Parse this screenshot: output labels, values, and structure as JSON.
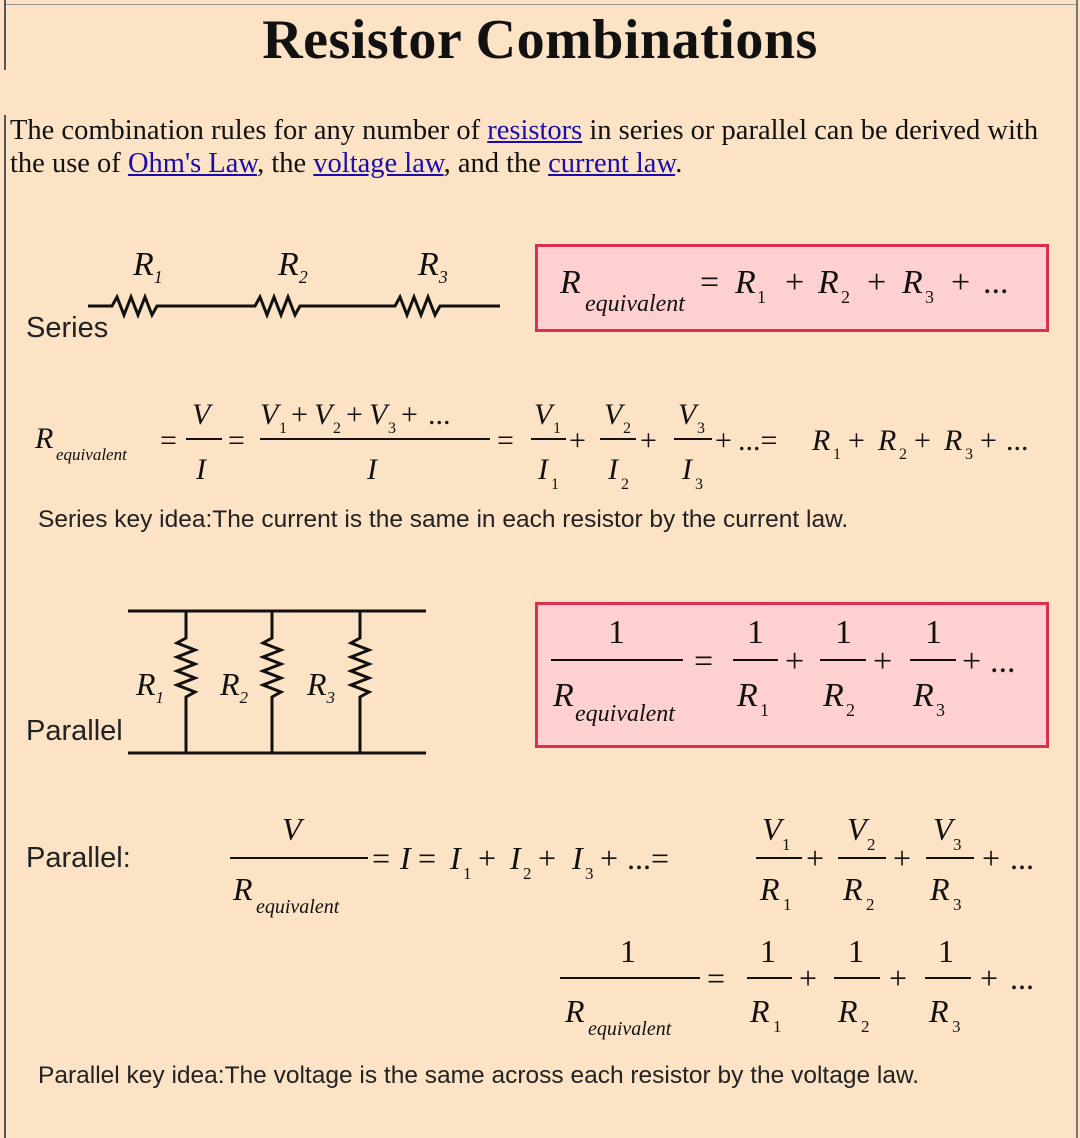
{
  "title": "Resistor Combinations",
  "intro": {
    "text1": "The combination rules for any number of ",
    "link_resistors": "resistors",
    "text2": " in series or parallel can be derived with the use of ",
    "link_ohms_law": "Ohm's Law",
    "text3": ", the ",
    "link_voltage_law": "voltage law",
    "text4": ", and the ",
    "link_current_law": "current law",
    "text5": "."
  },
  "series": {
    "label": "Series",
    "key_idea": "Series key idea:The current is the same in each resistor by the current law."
  },
  "parallel": {
    "label": "Parallel",
    "label_colon": "Parallel:",
    "key_idea": "Parallel key idea:The voltage is the same across each resistor by the voltage law."
  },
  "colors": {
    "background": "#fce3c6",
    "box_fill": "#ffd0d0",
    "box_border": "#d8304f",
    "link": "#1a0dab"
  }
}
